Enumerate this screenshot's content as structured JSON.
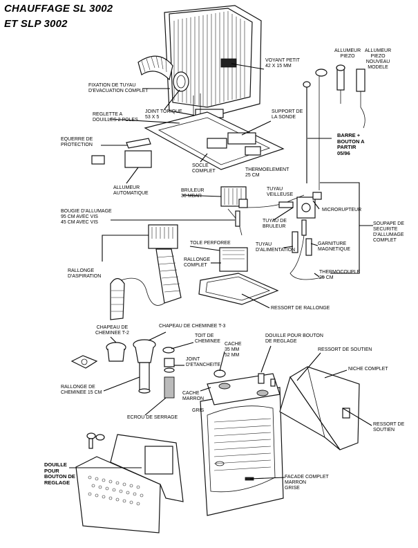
{
  "title": {
    "line1": "CHAUFFAGE SL 3002",
    "line2": "ET SLP 3002"
  },
  "labels": {
    "voyant": "VOYANT PETIT\n42 x 15 MM",
    "allumeur_piezo": "ALLUMEUR\nPIEZO",
    "allumeur_piezo_nouveau": "ALLUMEUR\nPIEZO\nNOUVEAU\nMODELE",
    "fixation": "FIXATION DE TUYAU\nD'EVACUATION COMPLET",
    "joint_torique": "JOINT TORIQUE\n53 x 5",
    "reglette": "REGLETTE A\nDOUILLES 2 POLES",
    "support_sonde": "SUPPORT DE\nLA SONDE",
    "barre_bouton": "BARRE +\nBOUTON A\nPARTIR\n05/96",
    "equerre": "EQUERRE DE\nPROTECTION",
    "socle": "SOCLE\nCOMPLET",
    "thermoelement": "THERMOELEMENT\n25 CM",
    "allumeur_auto": "ALLUMEUR\nAUTOMATIQUE",
    "bruleur": "BRULEUR\n30 MBAR",
    "tuyau_veilleuse": "TUYAU\nVEILLEUSE",
    "microrupteur": "MICRORUPTEUR",
    "bougie": "BOUGIE D'ALLUMAGE\n95 CM          AVEC VIS\n45 CM          AVEC VIS",
    "tuyau_bruleur": "TUYAU DE\nBRULEUR",
    "soupape": "SOUPAPE DE\nSECURITE\nD'ALLUMAGE\nCOMPLET",
    "tole": "TOLE PERFOREE",
    "tuyau_alim": "TUYAU\nD'ALIMENTATION",
    "garniture": "GARNITURE\nMAGNETIQUE",
    "rallonge_complet": "RALLONGE\nCOMPLET",
    "rallonge_aspiration": "RALLONGE\nD'ASPIRATION",
    "thermocouple": "THERMOCOUPLE\n25 CM",
    "ressort_rallonge": "RESSORT DE RALLONGE",
    "chapeau_t2": "CHAPEAU DE\nCHEMINEE T-2",
    "chapeau_t3": "CHAPEAU DE CHEMINEE T-3",
    "toit": "TOIT DE\nCHEMINEE",
    "cache": "CACHE\n35 MM\n52 MM",
    "douille_bouton": "DOUILLE POUR BOUTON\nDE REGLAGE",
    "ressort_soutien_top": "RESSORT DE SOUTIEN",
    "joint_etancheite": "JOINT\nD'ETANCHEITE",
    "niche": "NICHE COMPLET",
    "rallonge_cheminee": "RALLONGE DE\nCHEMINEE 15 CM",
    "cache_marron": "CACHE\nMARRON",
    "gris": "GRIS",
    "ecrou": "ECROU DE SERRAGE",
    "ressort_soutien_right": "RESSORT DE\nSOUTIEN",
    "douille_left": "DOUILLE\nPOUR\nBOUTON DE\nREGLAGE",
    "facade": "FACADE COMPLET\nMARRON\nGRISE"
  }
}
